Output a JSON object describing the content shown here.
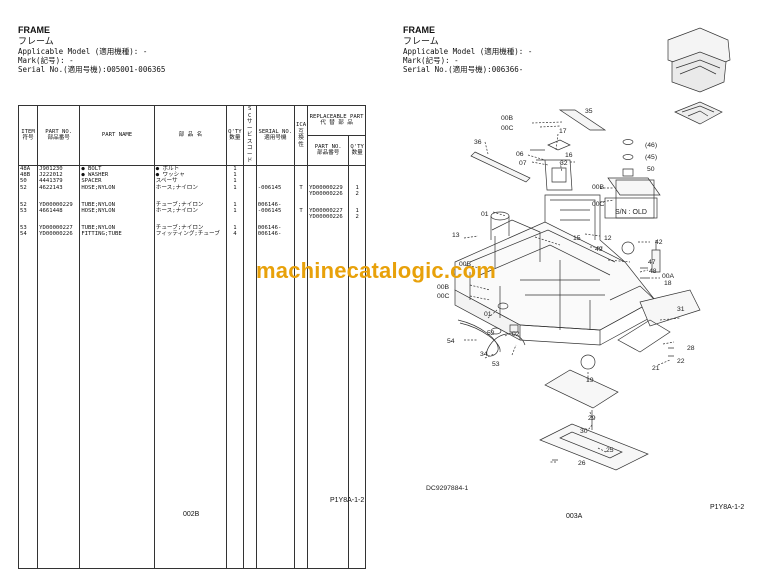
{
  "left": {
    "title_en": "FRAME",
    "title_jp": "フレーム",
    "applicable_model": "Applicable Model (適用機種): -",
    "mark": "Mark(記号): -",
    "serial": "Serial No.(適用号機):005001-006365",
    "page_code": "P1Y8A-1-2",
    "page_number": "002B"
  },
  "right": {
    "title_en": "FRAME",
    "title_jp": "フレーム",
    "applicable_model": "Applicable Model (適用機種): -",
    "mark": "Mark(記号): -",
    "serial": "Serial No.(適用号機):006366-",
    "page_code": "P1Y8A-1-2",
    "page_number": "003A",
    "drawing_no": "DC9297884-1",
    "sn_note": "S/N : OLD"
  },
  "table": {
    "headers": {
      "item": "ITEM",
      "item_jp": "符号",
      "part_no": "PART NO.",
      "part_no_jp": "部品番号",
      "part_name": "PART NAME",
      "part_name_jp": "部 品 名",
      "qty": "Q'TY",
      "qty_jp": "数量",
      "sc": "S C",
      "sc_jp": "サービス コード",
      "serial": "SERIAL NO.",
      "serial_jp": "適用号機",
      "ica": "ICA",
      "ica_jp": "互換性",
      "replaceable": "REPLACEABLE PART",
      "replaceable_jp": "代 替 部 品",
      "rep_part_no": "PART NO.",
      "rep_part_no_jp": "部品番号",
      "rep_qty": "Q'TY",
      "rep_qty_jp": "数量"
    },
    "rows": [
      {
        "item": "48A",
        "part_no": "J901230",
        "name": "● BOLT",
        "name_jp": "● ボルト",
        "qty": "1",
        "serial": "",
        "ica": "",
        "rep_no": "",
        "rep_qty": ""
      },
      {
        "item": "48B",
        "part_no": "J222012",
        "name": "● WASHER",
        "name_jp": "● ワッシャ",
        "qty": "1",
        "serial": "",
        "ica": "",
        "rep_no": "",
        "rep_qty": ""
      },
      {
        "item": "50",
        "part_no": "4441379",
        "name": "SPACER",
        "name_jp": "スペーサ",
        "qty": "1",
        "serial": "",
        "ica": "",
        "rep_no": "",
        "rep_qty": ""
      },
      {
        "item": "52",
        "part_no": "4622143",
        "name": "HOSE;NYLON",
        "name_jp": "ホース;ナイロン",
        "qty": "1",
        "serial": "-006145",
        "ica": "T",
        "rep_no": "YD00000229",
        "rep_qty": "1"
      },
      {
        "item": "",
        "part_no": "",
        "name": "",
        "name_jp": "",
        "qty": "",
        "serial": "",
        "ica": "",
        "rep_no": "YD00000226",
        "rep_qty": "2"
      },
      {
        "gap": true
      },
      {
        "item": "52",
        "part_no": "YD00000229",
        "name": "TUBE;NYLON",
        "name_jp": "チューブ;ナイロン",
        "qty": "1",
        "serial": "006146-",
        "ica": "",
        "rep_no": "",
        "rep_qty": ""
      },
      {
        "item": "53",
        "part_no": "4661448",
        "name": "HOSE;NYLON",
        "name_jp": "ホース;ナイロン",
        "qty": "1",
        "serial": "-006145",
        "ica": "T",
        "rep_no": "YD00000227",
        "rep_qty": "1"
      },
      {
        "item": "",
        "part_no": "",
        "name": "",
        "name_jp": "",
        "qty": "",
        "serial": "",
        "ica": "",
        "rep_no": "YD00000226",
        "rep_qty": "2"
      },
      {
        "gap": true
      },
      {
        "item": "53",
        "part_no": "YD00000227",
        "name": "TUBE;NYLON",
        "name_jp": "チューブ;ナイロン",
        "qty": "1",
        "serial": "006146-",
        "ica": "",
        "rep_no": "",
        "rep_qty": ""
      },
      {
        "item": "54",
        "part_no": "YD00000226",
        "name": "FITTING;TUBE",
        "name_jp": "フィッティング;チューブ",
        "qty": "4",
        "serial": "006146-",
        "ica": "",
        "rep_no": "",
        "rep_qty": ""
      }
    ]
  },
  "watermark": "machinecatalogic.com",
  "callouts": [
    "35",
    "00B",
    "00C",
    "17",
    "36",
    "06",
    "07",
    "16",
    "32",
    "46",
    "45",
    "50",
    "00B",
    "00C",
    "01",
    "13",
    "15",
    "12",
    "42",
    "49",
    "47",
    "48",
    "00B",
    "00A",
    "00B",
    "00C",
    "18",
    "31",
    "01",
    "52",
    "02",
    "54",
    "28",
    "34",
    "53",
    "22",
    "21",
    "19",
    "29",
    "30",
    "25",
    "26"
  ]
}
